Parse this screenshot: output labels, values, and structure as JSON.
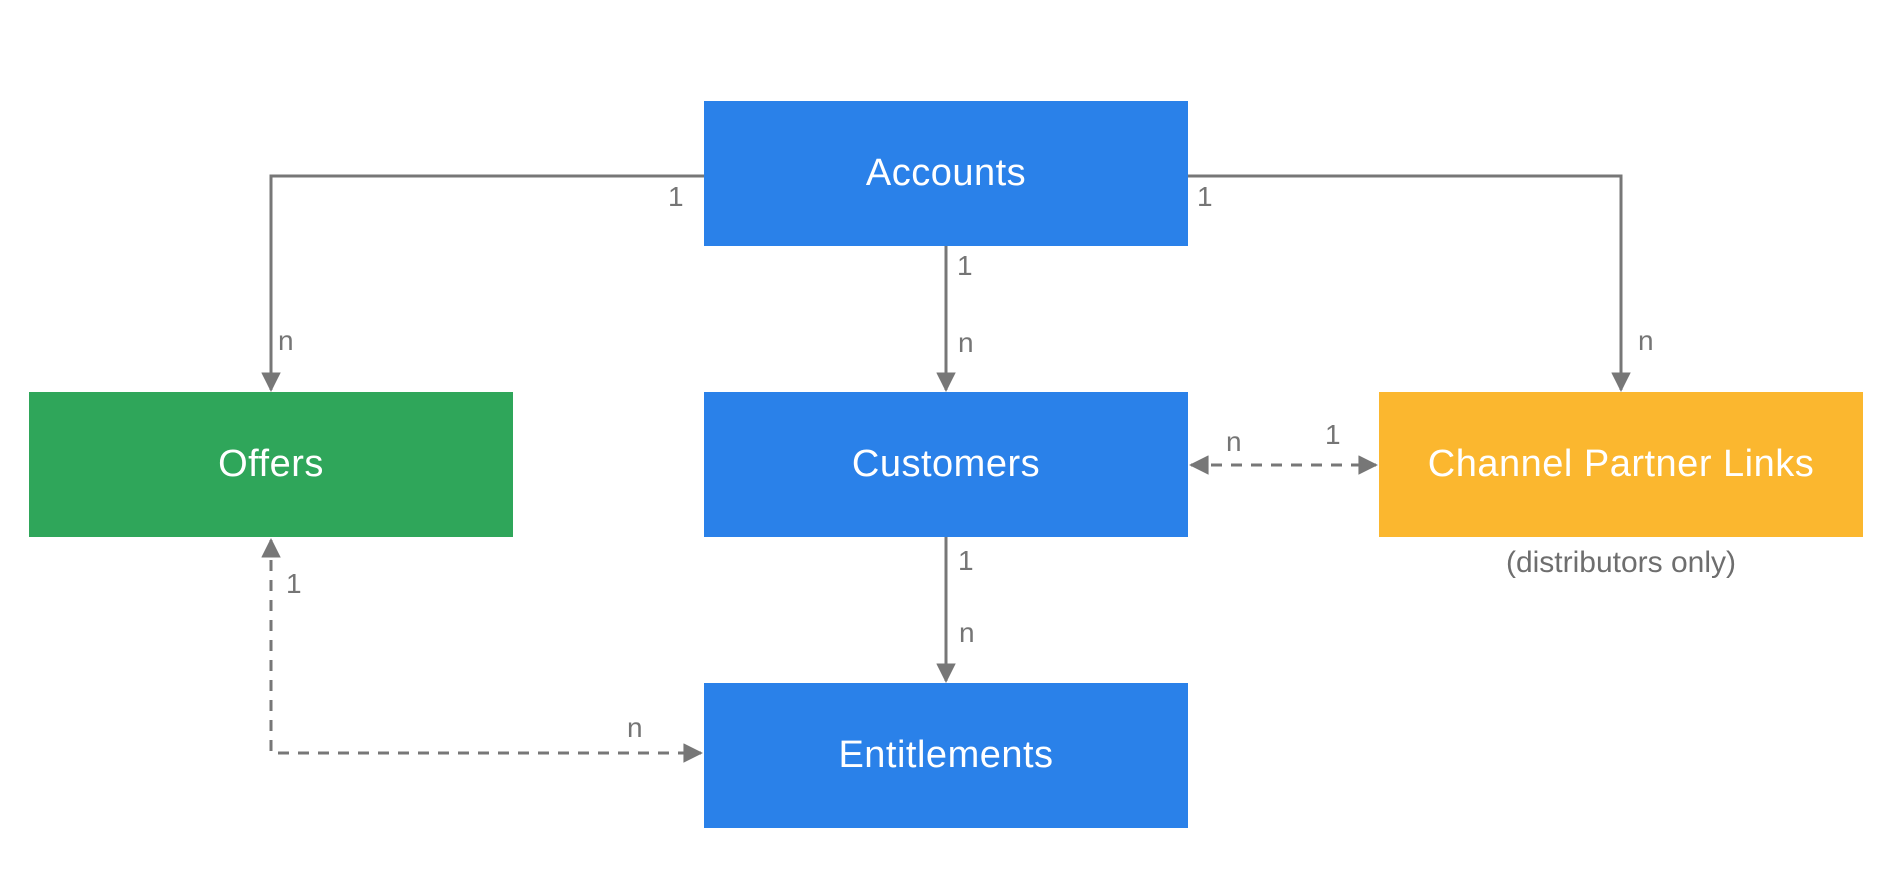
{
  "diagram": {
    "nodes": [
      {
        "id": "accounts",
        "label": "Accounts",
        "color": "#2A81E9"
      },
      {
        "id": "offers",
        "label": "Offers",
        "color": "#2FA65A"
      },
      {
        "id": "customers",
        "label": "Customers",
        "color": "#2A81E9"
      },
      {
        "id": "channel_partner_links",
        "label": "Channel Partner Links",
        "color": "#FBB72F",
        "caption": "(distributors only)"
      },
      {
        "id": "entitlements",
        "label": "Entitlements",
        "color": "#2A81E9"
      }
    ],
    "edges": [
      {
        "from": "Accounts",
        "to": "Offers",
        "from_card": "1",
        "to_card": "n",
        "style": "solid",
        "bidirectional": false
      },
      {
        "from": "Accounts",
        "to": "Customers",
        "from_card": "1",
        "to_card": "n",
        "style": "solid",
        "bidirectional": false
      },
      {
        "from": "Accounts",
        "to": "Channel Partner Links",
        "from_card": "1",
        "to_card": "n",
        "style": "solid",
        "bidirectional": false
      },
      {
        "from": "Customers",
        "to": "Channel Partner Links",
        "from_card": "n",
        "to_card": "1",
        "style": "dashed",
        "bidirectional": true
      },
      {
        "from": "Customers",
        "to": "Entitlements",
        "from_card": "1",
        "to_card": "n",
        "style": "solid",
        "bidirectional": false
      },
      {
        "from": "Offers",
        "to": "Entitlements",
        "from_card": "1",
        "to_card": "n",
        "style": "dashed",
        "bidirectional": false
      }
    ],
    "colors": {
      "blue": "#2A81E9",
      "green": "#2FA65A",
      "yellow": "#FBB72F",
      "line": "#777777",
      "label_gray": "#757575"
    }
  }
}
